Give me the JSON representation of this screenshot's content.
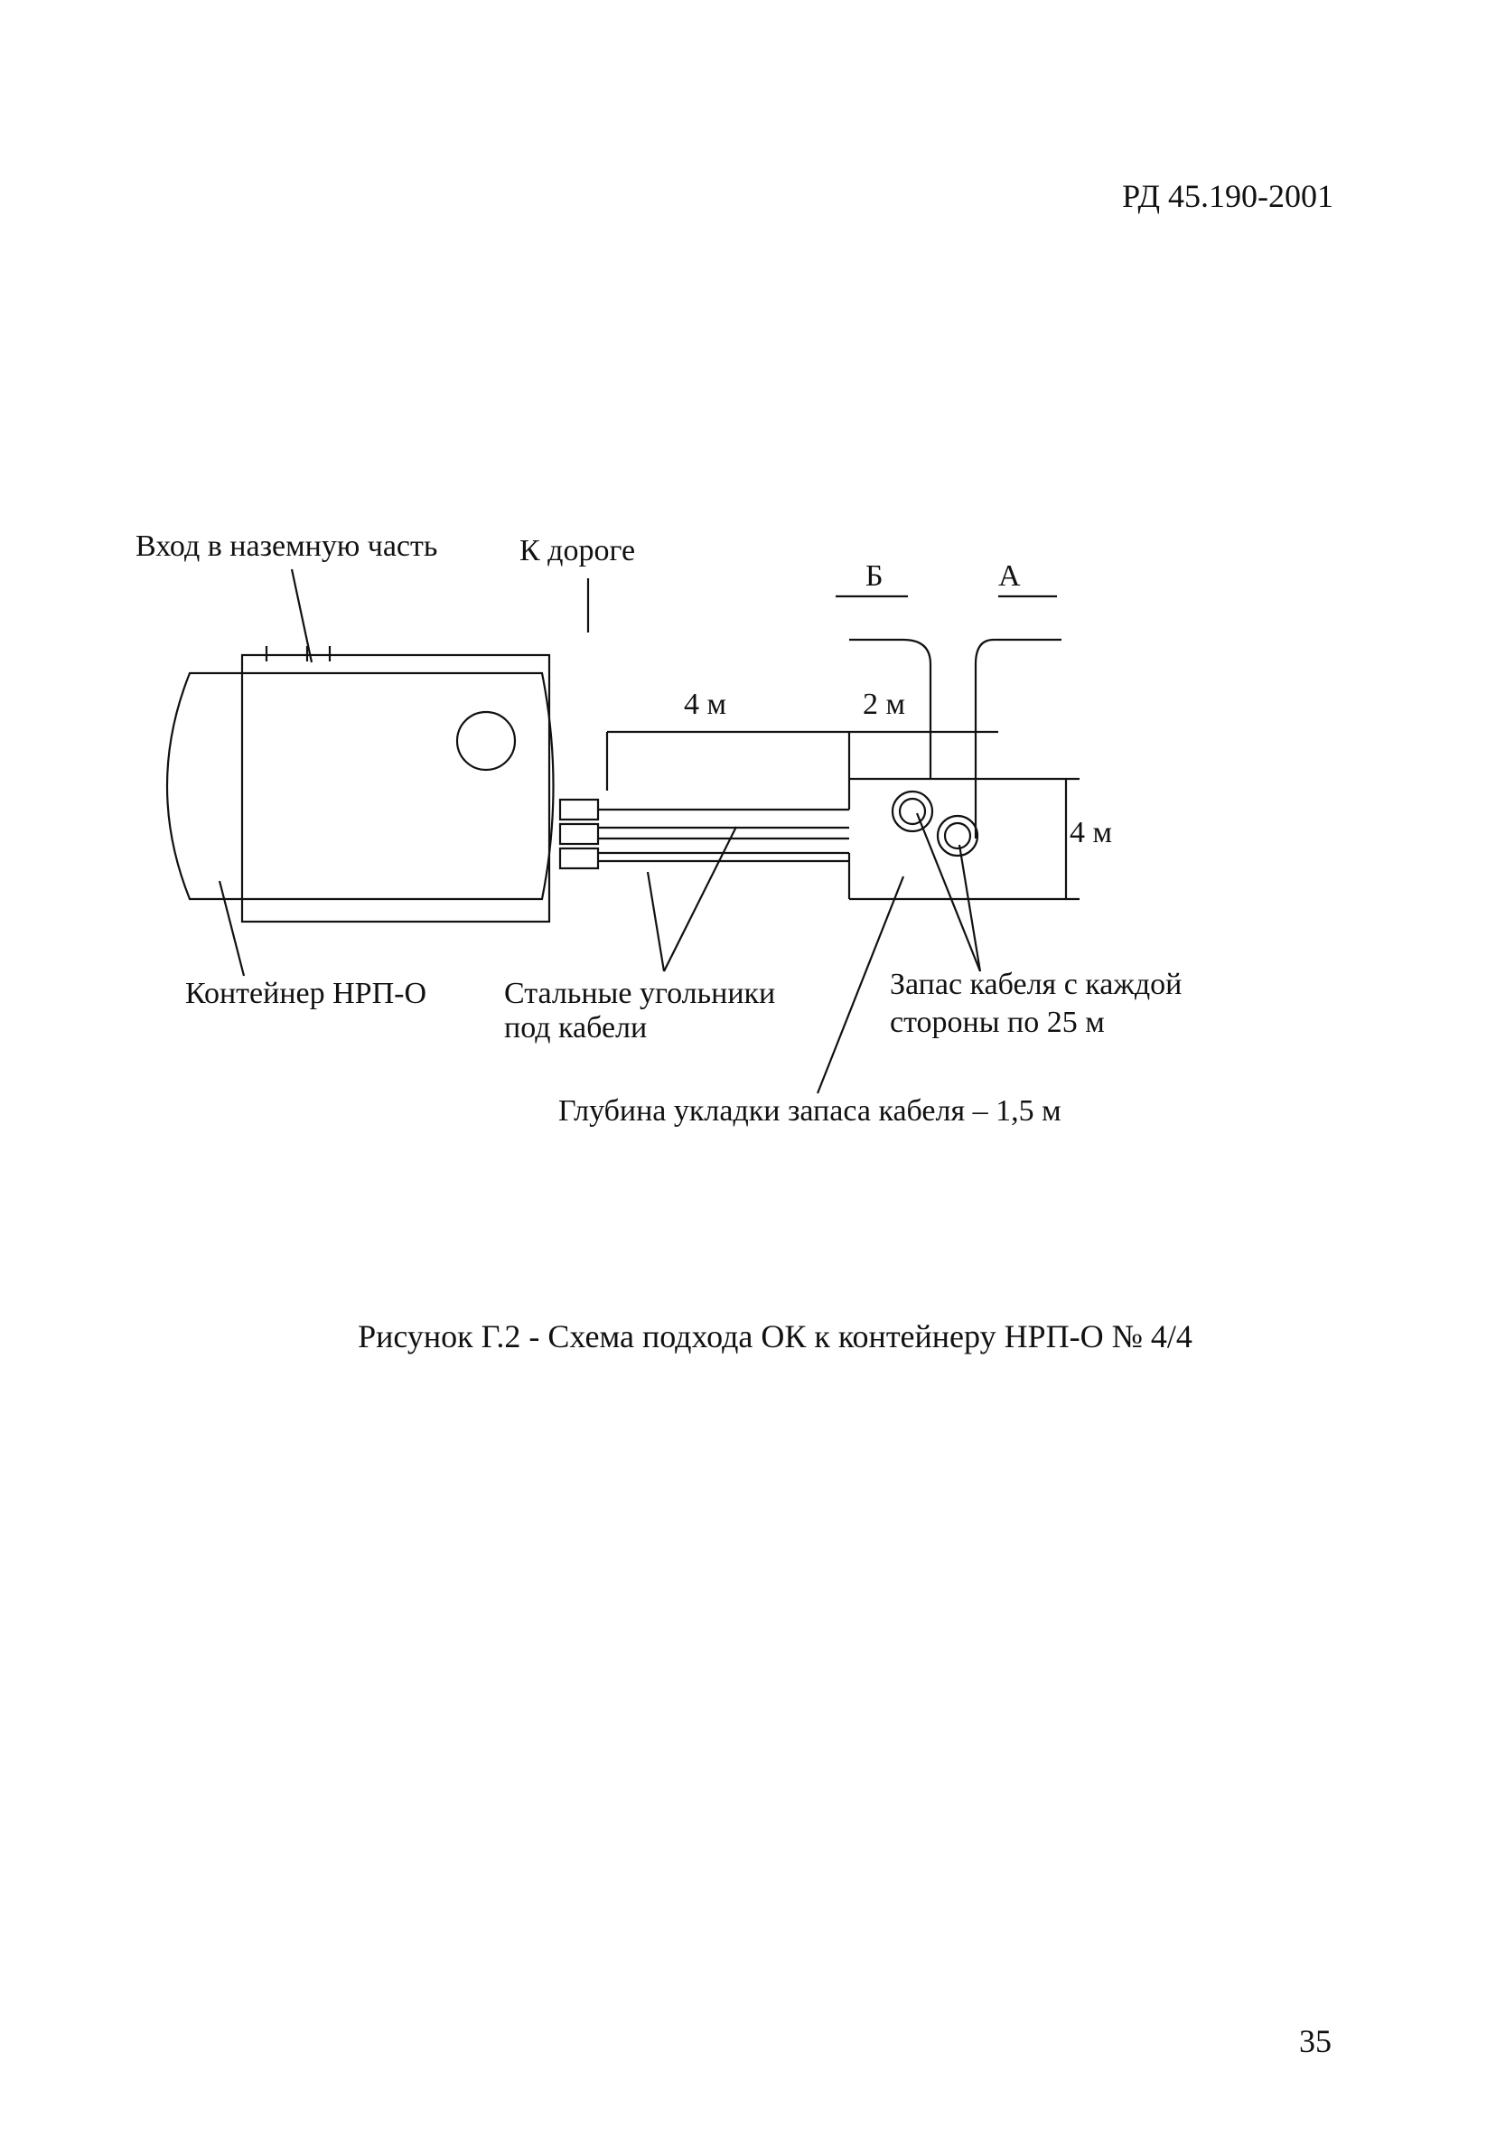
{
  "header": {
    "doc_code": "РД 45.190-2001"
  },
  "figure": {
    "label_entrance": "Вход в наземную часть",
    "label_road": "К дороге",
    "label_b": "Б",
    "label_a": "А",
    "dim_4m_top": "4 м",
    "dim_2m": "2 м",
    "dim_4m_side": "4 м",
    "label_container": "Контейнер НРП-О",
    "label_steel_line1": "Стальные угольники",
    "label_steel_line2": "под  кабели",
    "label_reserve_line1": "Запас кабеля с каждой",
    "label_reserve_line2": "стороны по 25 м",
    "label_depth": "Глубина укладки запаса кабеля – 1,5 м"
  },
  "caption": "Рисунок Г.2 - Схема подхода ОК к контейнеру НРП-О № 4/4",
  "page_number": "35"
}
